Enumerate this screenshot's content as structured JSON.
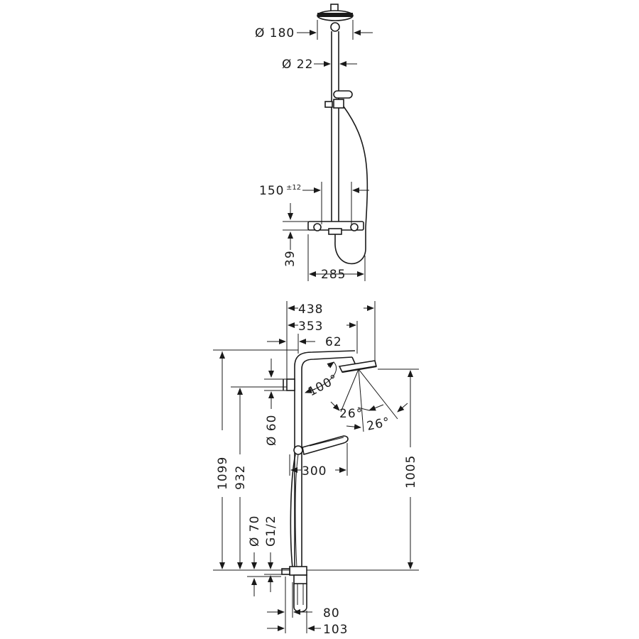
{
  "top_view": {
    "head_diameter": "Ø 180",
    "rail_diameter": "Ø 22",
    "inlet_spacing": "150",
    "inlet_tolerance": "±12",
    "mixer_height": "39",
    "mixer_projection": "285"
  },
  "side_view": {
    "total_projection": "438",
    "arm_reach": "353",
    "arm_offset": "62",
    "tilt_angle": "100°",
    "spray_angle_1": "26°",
    "spray_angle_2": "26°",
    "bracket_diameter": "Ø 60",
    "hand_shower_reach": "300",
    "total_height": "1099",
    "rail_height": "932",
    "head_height": "1005",
    "mixer_diameter": "Ø 70",
    "thread": "G1/2",
    "mixer_depth_1": "80",
    "mixer_depth_2": "103"
  }
}
